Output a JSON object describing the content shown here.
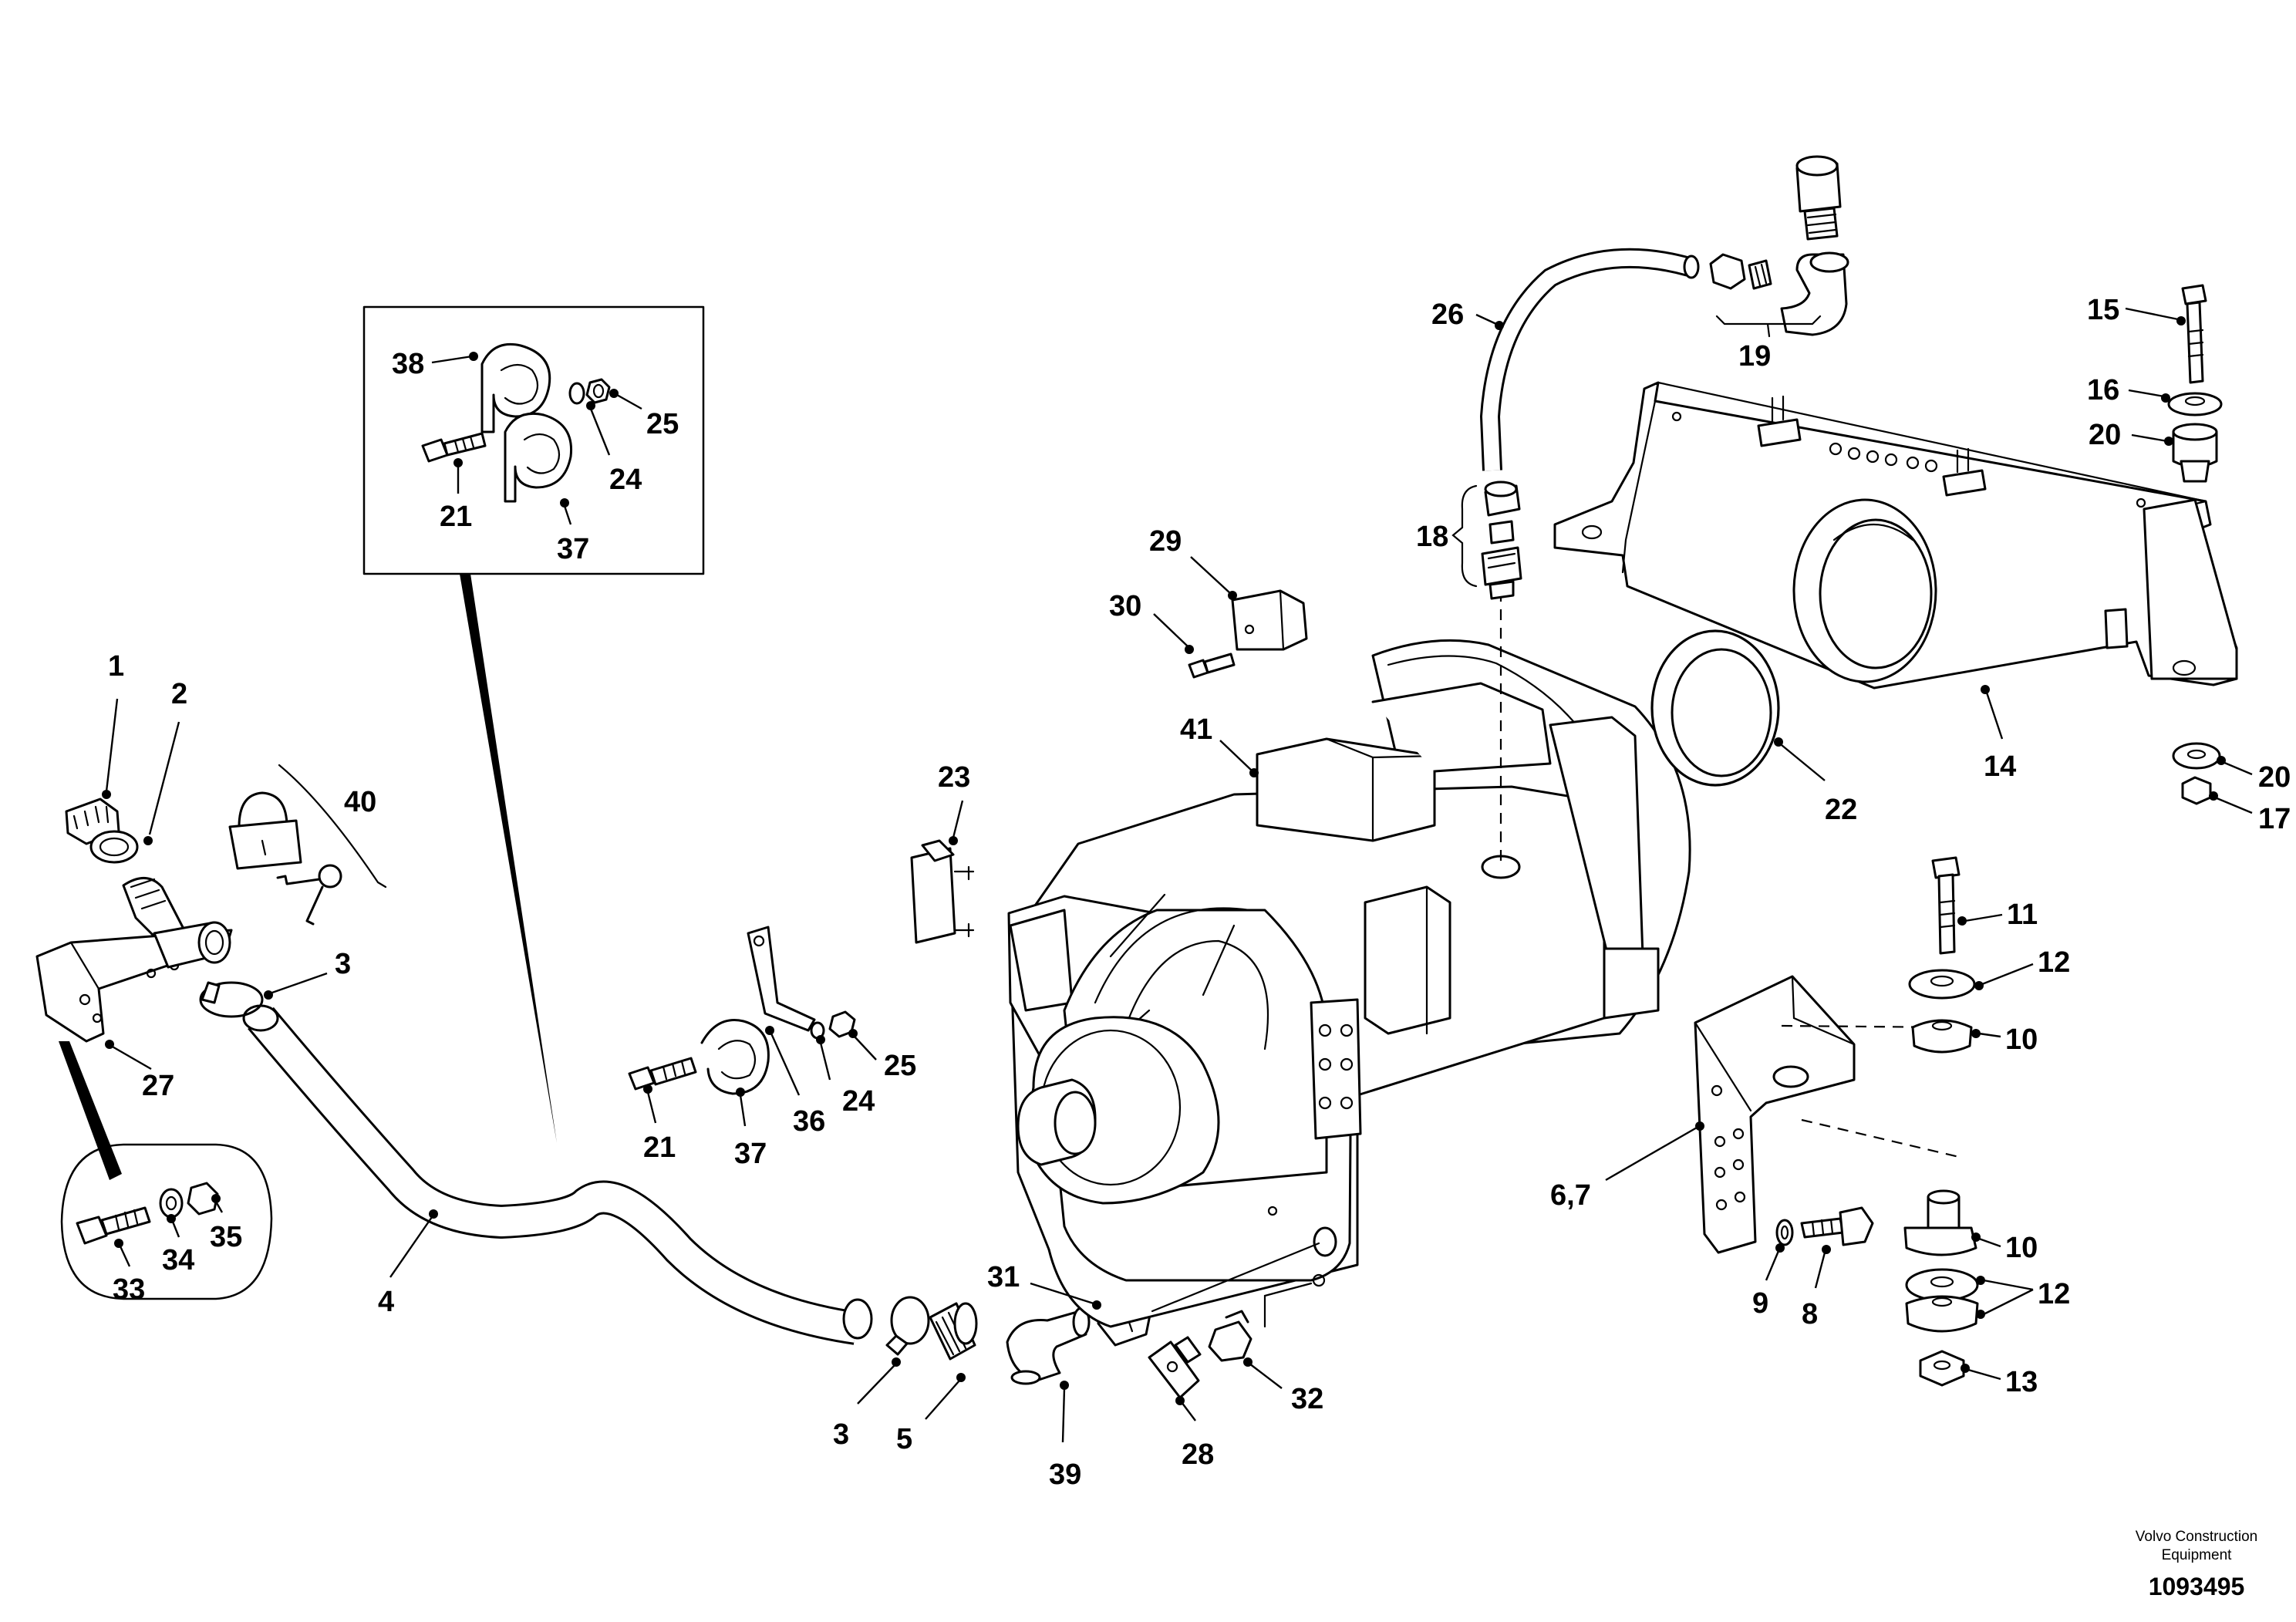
{
  "labels": {
    "l1": "1",
    "l2": "2",
    "l3a": "3",
    "l3b": "3",
    "l4": "4",
    "l5": "5",
    "l67": "6,7",
    "l8": "8",
    "l9": "9",
    "l10a": "10",
    "l10b": "10",
    "l11": "11",
    "l12a": "12",
    "l12b": "12",
    "l13": "13",
    "l14": "14",
    "l15": "15",
    "l16": "16",
    "l17": "17",
    "l18": "18",
    "l19": "19",
    "l20a": "20",
    "l20b": "20",
    "l21a": "21",
    "l21b": "21",
    "l22": "22",
    "l23": "23",
    "l24a": "24",
    "l24b": "24",
    "l25a": "25",
    "l25b": "25",
    "l26": "26",
    "l27": "27",
    "l28": "28",
    "l29": "29",
    "l30": "30",
    "l31": "31",
    "l32": "32",
    "l33": "33",
    "l34": "34",
    "l35": "35",
    "l36": "36",
    "l37a": "37",
    "l37b": "37",
    "l38": "38",
    "l39": "39",
    "l40": "40",
    "l41": "41"
  },
  "footer": {
    "publisher_line1": "Volvo Construction",
    "publisher_line2": "Equipment",
    "drawing_number": "1093495"
  }
}
